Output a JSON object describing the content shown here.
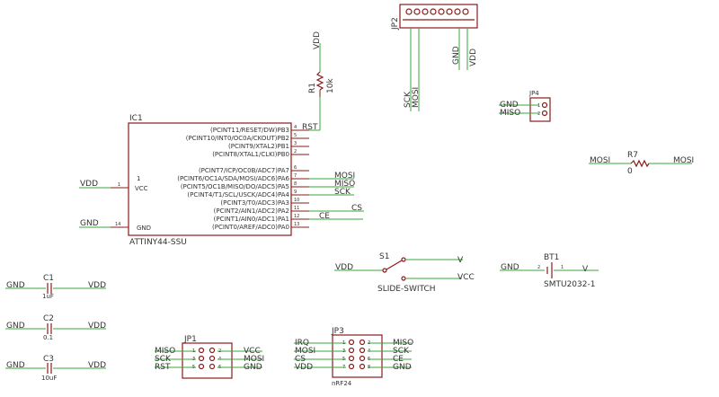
{
  "ic1": {
    "ref": "IC1",
    "value": "ATTINY44-SSU",
    "vcc_label": "VCC",
    "gnd_label": "GND",
    "pin_vcc": "1",
    "pin_gnd": "14",
    "pins_right": [
      {
        "num": "4",
        "name": "(PCINT11/RESET/DW)PB3"
      },
      {
        "num": "5",
        "name": "(PCINT10/INT0/OC0A/CKOUT)PB2"
      },
      {
        "num": "3",
        "name": "(PCINT9/XTAL2)PB1"
      },
      {
        "num": "2",
        "name": "(PCINT8/XTAL1/CLKI)PB0"
      },
      {
        "num": "6",
        "name": "(PCINT7/ICP/OC0B/ADC7)PA7"
      },
      {
        "num": "7",
        "name": "(PCINT6/OC1A/SDA/MOSI/ADC6)PA6"
      },
      {
        "num": "8",
        "name": "(PCINT5/OC1B/MISO/DO/ADC5)PA5"
      },
      {
        "num": "9",
        "name": "(PCINT4/T1/SCL/USCK/ADC4)PA4"
      },
      {
        "num": "10",
        "name": "(PCINT3/T0/ADC3)PA3"
      },
      {
        "num": "11",
        "name": "(PCINT2/AIN1/ADC2)PA2"
      },
      {
        "num": "12",
        "name": "(PCINT1/AIN0/ADC1)PA1"
      },
      {
        "num": "13",
        "name": "(PCINT0/AREF/ADC0)PA0"
      }
    ]
  },
  "nets": {
    "vdd": "VDD",
    "gnd": "GND",
    "rst": "RST",
    "mosi": "MOSI",
    "miso": "MISO",
    "sck": "SCK",
    "cs": "CS",
    "ce": "CE",
    "irq": "IRQ",
    "v": "V",
    "vcc": "VCC"
  },
  "r1": {
    "ref": "R1",
    "value": "10k"
  },
  "r7": {
    "ref": "R7",
    "value": "0"
  },
  "jp2": {
    "ref": "JP2"
  },
  "jp4": {
    "ref": "JP4",
    "pins": [
      "1",
      "2"
    ]
  },
  "s1": {
    "ref": "S1",
    "value": "SLIDE-SWITCH"
  },
  "bt1": {
    "ref": "BT1",
    "value": "SMTU2032-1",
    "pins": [
      "2",
      "1"
    ]
  },
  "c1": {
    "ref": "C1",
    "value": "1uF"
  },
  "c2": {
    "ref": "C2",
    "value": "0.1"
  },
  "c3": {
    "ref": "C3",
    "value": "10uF"
  },
  "jp1": {
    "ref": "JP1",
    "pins": [
      "1",
      "2",
      "3",
      "4",
      "5",
      "6"
    ]
  },
  "jp3": {
    "ref": "JP3",
    "value": "nRF24",
    "pins": [
      "1",
      "2",
      "3",
      "4",
      "5",
      "6",
      "7",
      "8"
    ]
  }
}
